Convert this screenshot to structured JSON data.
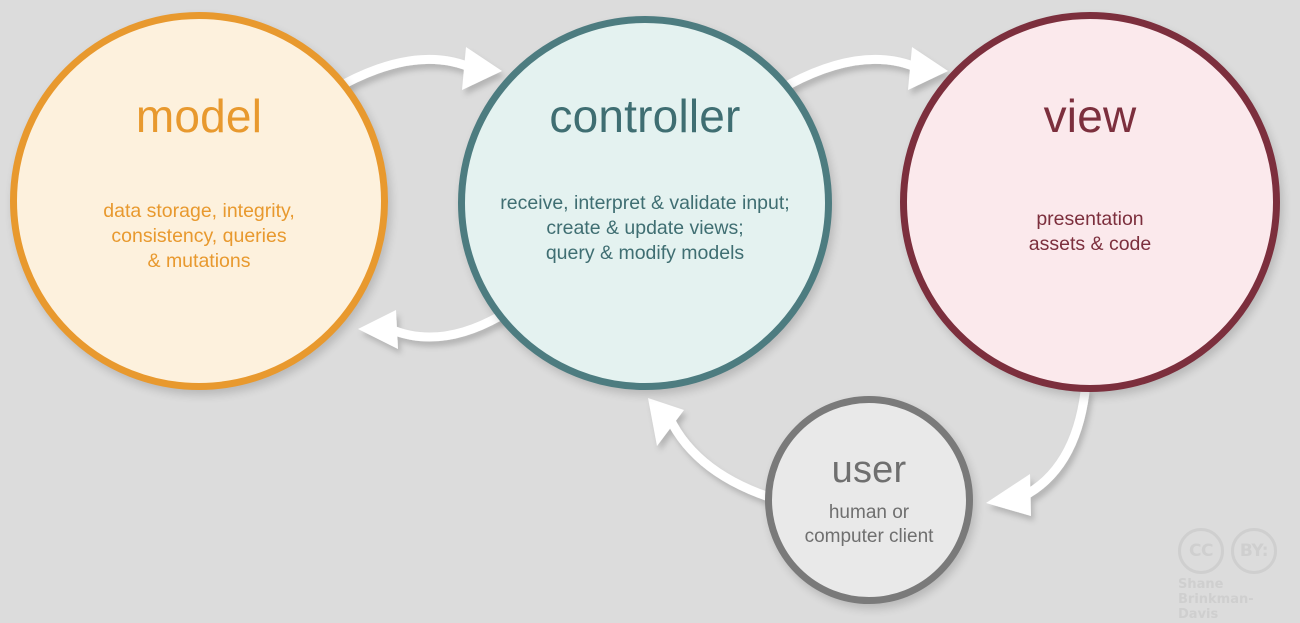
{
  "diagram": {
    "background_color": "#dcdcdc",
    "nodes": [
      {
        "id": "model",
        "title": "model",
        "desc": "data storage, integrity,\nconsistency, queries\n& mutations",
        "border_color": "#e8992e",
        "fill_color": "#fdf1dd",
        "text_color": "#e8992e"
      },
      {
        "id": "controller",
        "title": "controller",
        "desc": "receive, interpret & validate input;\ncreate & update views;\nquery & modify models",
        "border_color": "#4d7c80",
        "fill_color": "#e4f2f0",
        "text_color": "#3f6e72"
      },
      {
        "id": "view",
        "title": "view",
        "desc": "presentation\nassets & code",
        "border_color": "#7c2f3d",
        "fill_color": "#fbe9ec",
        "text_color": "#7c2f3d"
      },
      {
        "id": "user",
        "title": "user",
        "desc": "human or\ncomputer client",
        "border_color": "#7a7a7a",
        "fill_color": "#e9e9e9",
        "text_color": "#6f6f6f"
      }
    ],
    "arrows": [
      {
        "from": "model",
        "to": "controller",
        "color": "#ffffff"
      },
      {
        "from": "controller",
        "to": "model",
        "color": "#ffffff"
      },
      {
        "from": "controller",
        "to": "view",
        "color": "#ffffff"
      },
      {
        "from": "view",
        "to": "user",
        "color": "#ffffff"
      },
      {
        "from": "user",
        "to": "controller",
        "color": "#ffffff"
      }
    ]
  },
  "license": {
    "cc_label": "CC",
    "by_label": "BY:",
    "credit_line_1": "Shane",
    "credit_line_2": "Brinkman-Davis"
  }
}
